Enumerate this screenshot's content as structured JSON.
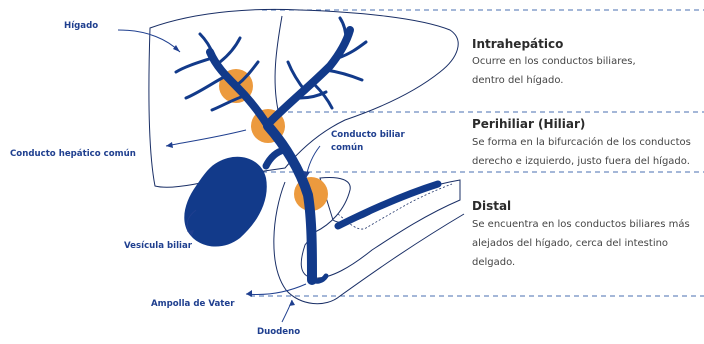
{
  "labels": {
    "higado": "Hígado",
    "conducto_hepatico": "Conducto hepático común",
    "conducto_biliar_1": "Conducto biliar",
    "conducto_biliar_2": "común",
    "vesicula": "Vesícula biliar",
    "ampolla": "Ampolla de Vater",
    "duodeno": "Duodeno"
  },
  "sections": [
    {
      "title": "Intrahepático",
      "lines": [
        "Ocurre en los conductos biliares,",
        "dentro del hígado."
      ]
    },
    {
      "title": "Perihiliar (Hiliar)",
      "lines": [
        "Se forma en la bifurcación de los conductos",
        "derecho e izquierdo, justo fuera del hígado."
      ]
    },
    {
      "title": "Distal",
      "lines": [
        "Se encuentra en los conductos biliares más",
        "alejados del hígado, cerca del intestino",
        "delgado."
      ]
    }
  ],
  "colors": {
    "duct": "#123a8a",
    "tumor": "#ec9a3e",
    "outline": "#1a2f66",
    "label": "#1f3f8f",
    "dash": "#4a6fb0"
  }
}
